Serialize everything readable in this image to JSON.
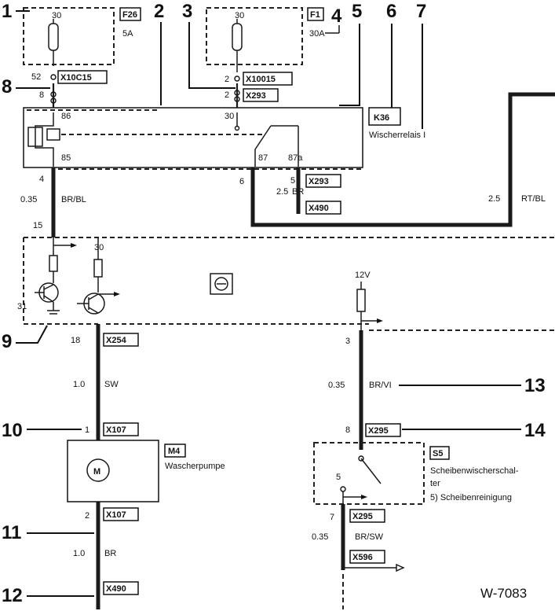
{
  "callouts": [
    "1",
    "2",
    "3",
    "4",
    "5",
    "6",
    "7",
    "8",
    "9",
    "10",
    "11",
    "12",
    "13",
    "14"
  ],
  "doc_id": "W-7083",
  "fuses": {
    "f26": {
      "code": "F26",
      "rating": "5A",
      "pin": "30"
    },
    "f1": {
      "code": "F1",
      "rating": "30A",
      "pin": "30"
    }
  },
  "connectors": {
    "x10c15": "X10C15",
    "x10015": "X10015",
    "x293_top": "X293",
    "x293_right": "X293",
    "x490_top": "X490",
    "x254": "X254",
    "x107_top": "X107",
    "x107_bottom": "X107",
    "x490_bottom": "X490",
    "x295_top": "X295",
    "x295_bottom": "X295",
    "x596": "X596"
  },
  "relay": {
    "code": "K36",
    "name": "Wischerrelais I",
    "pins": {
      "p86": "86",
      "p85": "85",
      "p30": "30",
      "p87": "87",
      "p87a": "87a"
    }
  },
  "pins": {
    "p52": "52",
    "p8a": "8",
    "p2a": "2",
    "p2b": "2",
    "p4": "4",
    "p6": "6",
    "p5": "5",
    "p15": "15",
    "p30": "30",
    "p31": "31",
    "p18": "18",
    "p1": "1",
    "p2c": "2",
    "p3": "3",
    "p8b": "8",
    "p5s": "5",
    "p7": "7",
    "v12": "12V"
  },
  "wires": {
    "w1": {
      "gauge": "0.35",
      "color": "BR/BL"
    },
    "w2": {
      "gauge": "2.5",
      "color": "BR"
    },
    "w3": {
      "gauge": "2.5",
      "color": "RT/BL"
    },
    "w4": {
      "gauge": "1.0",
      "color": "SW"
    },
    "w5": {
      "gauge": "0.35",
      "color": "BR/VI"
    },
    "w6": {
      "gauge": "1.0",
      "color": "BR"
    },
    "w7": {
      "gauge": "0.35",
      "color": "BR/SW"
    }
  },
  "motor": {
    "code": "M4",
    "name": "Wascherpumpe",
    "symbol": "M"
  },
  "switch": {
    "code": "S5",
    "name_line1": "Scheibenwischerschal-",
    "name_line2": "ter",
    "function": "5)  Scheibenreinigung"
  },
  "icons": [
    "fuse-icon",
    "relay-coil-icon",
    "transistor-icon",
    "motor-icon",
    "switch-icon",
    "ground-icon",
    "control-unit-icon"
  ]
}
